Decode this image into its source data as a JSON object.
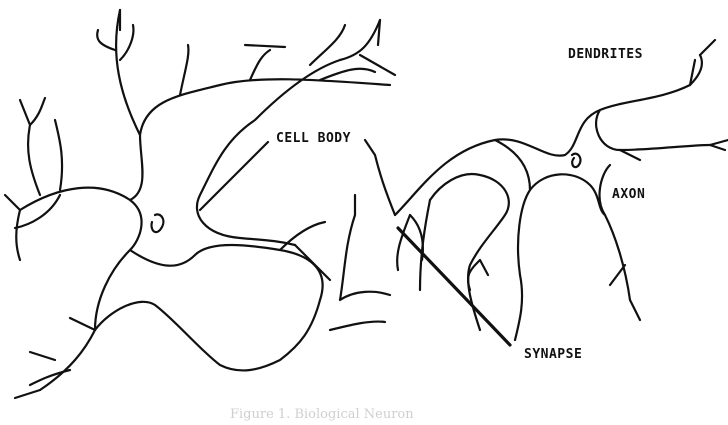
{
  "diagram": {
    "labels": {
      "dendrites": "DENDRITES",
      "cell_body": "CELL BODY",
      "axon": "AXON",
      "synapse": "SYNAPSE"
    },
    "caption": "Figure 1. Biological Neuron"
  },
  "colors": {
    "ink": "#111111",
    "background": "#ffffff",
    "caption": "#cfcfcf"
  }
}
